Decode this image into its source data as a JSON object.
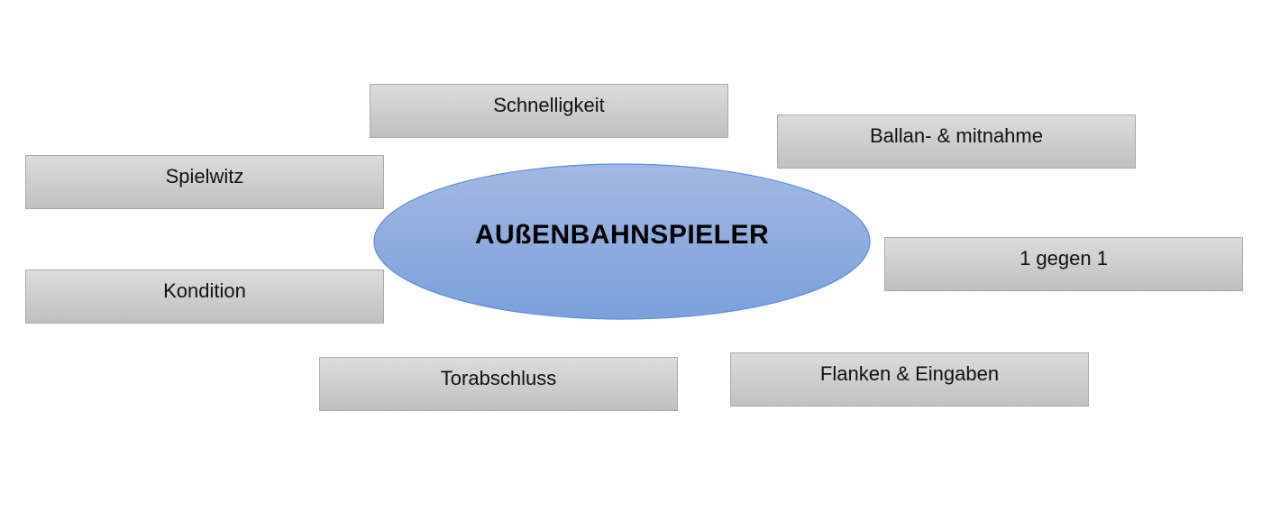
{
  "center": {
    "label": "AUßENBAHNSPIELER",
    "fill_top": "#a3b8e2",
    "fill_bottom": "#7ba0db",
    "stroke": "#5b8ed6"
  },
  "nodes": [
    {
      "id": "schnelligkeit",
      "label": "Schnelligkeit"
    },
    {
      "id": "ballan",
      "label": "Ballan- & mitnahme"
    },
    {
      "id": "spielwitz",
      "label": "Spielwitz"
    },
    {
      "id": "1gegen1",
      "label": "1 gegen 1"
    },
    {
      "id": "kondition",
      "label": "Kondition"
    },
    {
      "id": "torabschluss",
      "label": "Torabschluss"
    },
    {
      "id": "flanken",
      "label": "Flanken & Eingaben"
    }
  ]
}
